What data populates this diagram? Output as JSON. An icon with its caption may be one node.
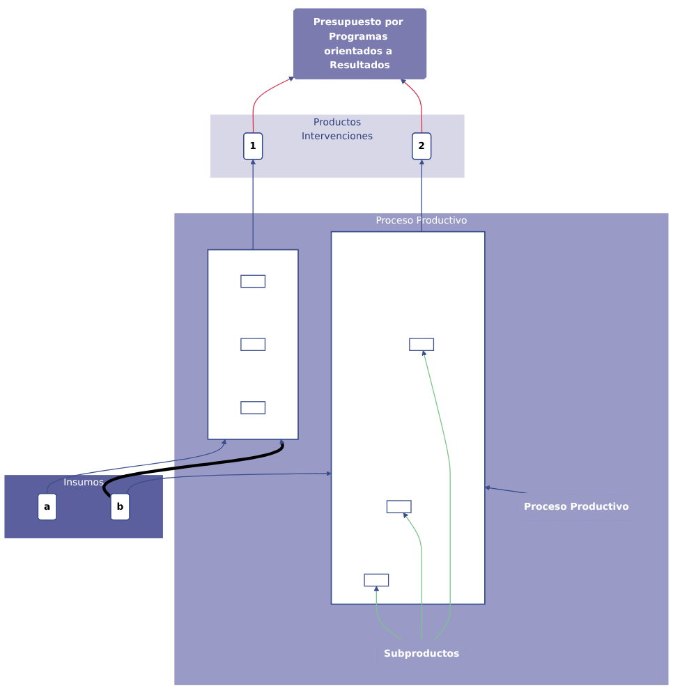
{
  "diagram": {
    "nodes": [
      {
        "text": [
          "Presupuesto por Programas orientados a Resultados"
        ]
      },
      {
        "text": [
          "Productos",
          "Intervenciones"
        ]
      },
      {
        "text": [
          "1"
        ],
        "in": 1
      },
      {
        "text": [
          "2"
        ],
        "in": 1
      },
      {
        "text": [
          "Proceso Productivo"
        ]
      },
      {
        "text": [],
        "shape": "box",
        "in": 4
      },
      {
        "text": [],
        "shape": "box",
        "in": 5
      },
      {
        "text": [],
        "shape": "box",
        "in": 5
      },
      {
        "text": [],
        "shape": "box",
        "in": 5
      },
      {
        "text": [],
        "shape": "box",
        "in": 4
      },
      {
        "text": [],
        "shape": "box",
        "in": 9
      },
      {
        "text": [],
        "shape": "box",
        "in": 9
      },
      {
        "text": [],
        "shape": "box",
        "in": 9
      },
      {
        "text": [
          "Proceso Productivo"
        ],
        "in": 4
      },
      {
        "text": [
          "Subproductos"
        ],
        "in": 4
      },
      {
        "text": [
          "Insumos"
        ]
      },
      {
        "text": [
          "a"
        ],
        "in": 15
      },
      {
        "text": [
          "b"
        ],
        "in": 15
      }
    ],
    "edges": [
      {
        "from": 16,
        "to": 5,
        "arrow": "to"
      },
      {
        "from": 17,
        "to": 9,
        "arrow": "to"
      },
      {
        "from": 17,
        "to": 5,
        "arrow": "to",
        "style": "thick",
        "color": "#000000"
      },
      {
        "from": 5,
        "to": 2,
        "arrow": "to"
      },
      {
        "from": 9,
        "to": 3,
        "arrow": "to"
      },
      {
        "from": 2,
        "to": 0,
        "arrow": "to",
        "color": "#d9304a"
      },
      {
        "from": 3,
        "to": 0,
        "arrow": "to",
        "color": "#d9304a"
      },
      {
        "from": 13,
        "to": 9,
        "arrow": "to",
        "color": "#2e4a8a"
      },
      {
        "from": 14,
        "to": 10,
        "arrow": "to",
        "color": "#7cc48a"
      },
      {
        "from": 14,
        "to": 11,
        "arrow": "to",
        "color": "#7cc48a"
      },
      {
        "from": 14,
        "to": 12,
        "arrow": "to",
        "color": "#7cc48a"
      }
    ]
  }
}
